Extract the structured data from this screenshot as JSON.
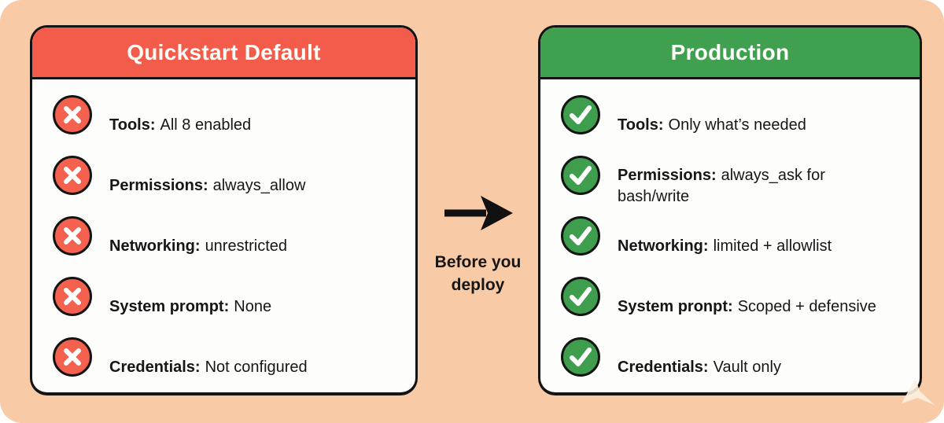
{
  "panel": {
    "page_bg": "#ffffff",
    "bg": "#f8caa6"
  },
  "left_card": {
    "title": "Quickstart Default",
    "header_bg": "#f35b4b",
    "icon_bg": "#f4614f",
    "icon_name": "x-icon",
    "items": [
      {
        "label": "Tools:",
        "value": "All 8 enabled"
      },
      {
        "label": "Permissions:",
        "value": "always_allow"
      },
      {
        "label": "Networking:",
        "value": "unrestricted"
      },
      {
        "label": "System prompt:",
        "value": "None"
      },
      {
        "label": "Credentials:",
        "value": "Not configured"
      }
    ]
  },
  "connector": {
    "caption": "Before you\ndeploy",
    "arrow_color": "#111111"
  },
  "right_card": {
    "title": "Production",
    "header_bg": "#3fa14f",
    "icon_bg": "#3f9e4d",
    "icon_name": "check-icon",
    "items": [
      {
        "label": "Tools:",
        "value": "Only what’s needed"
      },
      {
        "label": "Permissions:",
        "value": "always_ask for\nbash/write"
      },
      {
        "label": "Networking:",
        "value": "limited + allowlist"
      },
      {
        "label": "System pronpt:",
        "value": "Scoped + defensive"
      },
      {
        "label": "Credentials:",
        "value": "Vault only"
      }
    ]
  }
}
